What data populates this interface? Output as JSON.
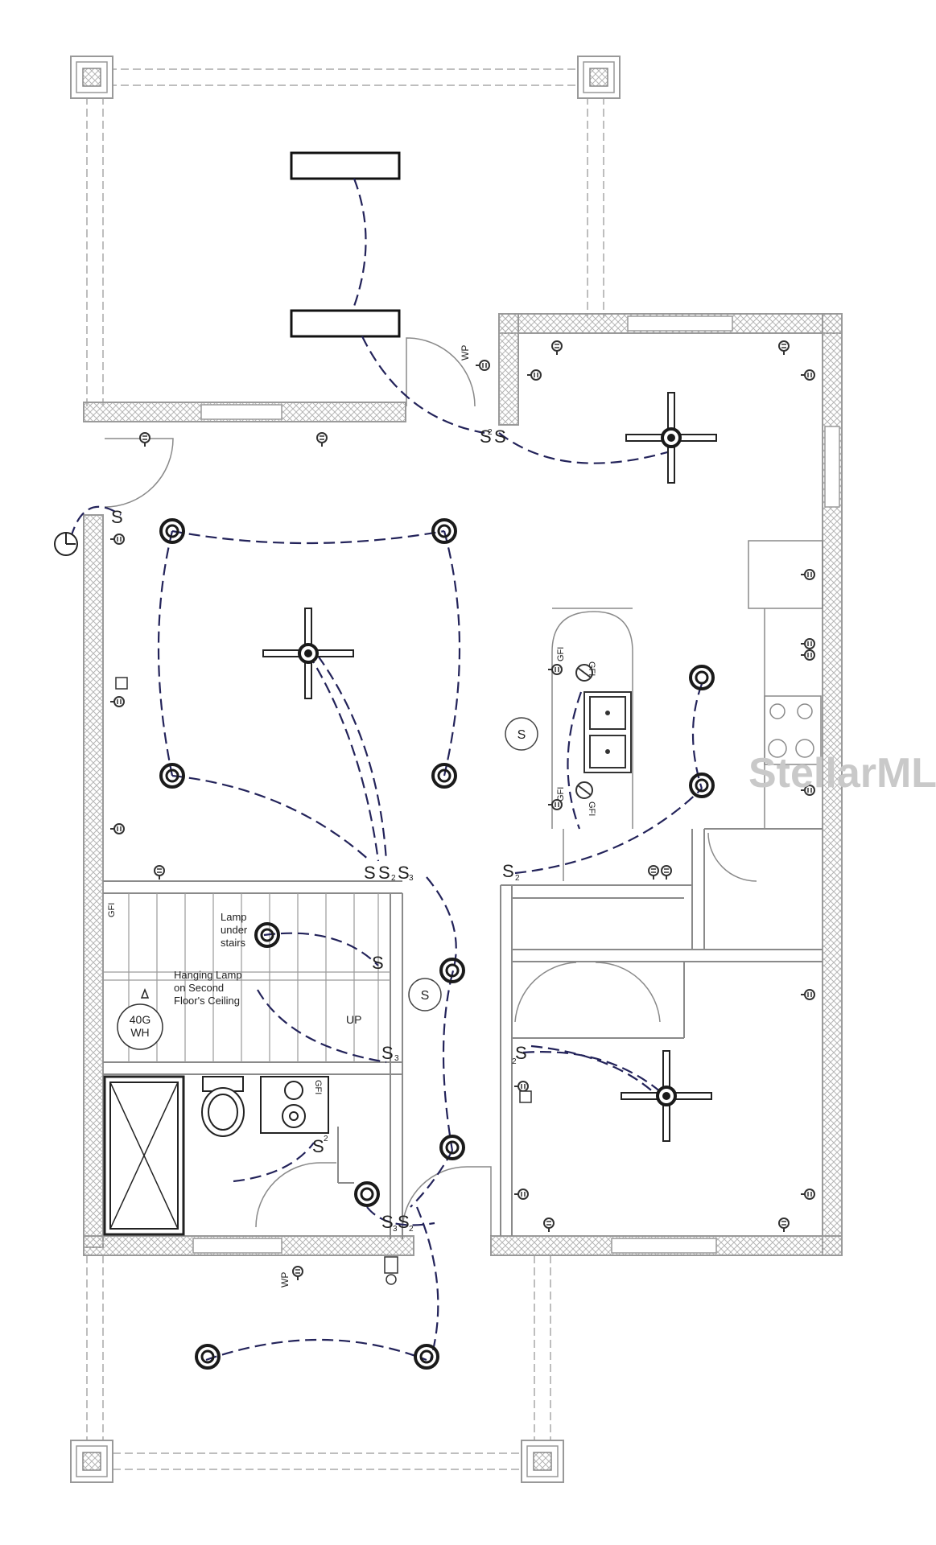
{
  "labels": {
    "lamp_under_stairs": [
      "Lamp",
      "under",
      "stairs"
    ],
    "hanging_lamp": [
      "Hanging Lamp",
      "on Second",
      "Floor's Ceiling"
    ],
    "water_heater": [
      "40G",
      "WH"
    ],
    "stair_up": "UP",
    "smoke_detector": "S",
    "gfi": "GFI",
    "weatherproof": "WP",
    "switch_symbol": "S",
    "switch_2": "2",
    "switch_3": "3",
    "watermark": "StellarMLS"
  },
  "colors": {
    "wall_line": "#9a9a9a",
    "wall_hatch": "#b5b5b5",
    "circuit": "#23235a",
    "fixture": "#1a1a1a"
  },
  "icons": [
    "ceiling-fan-icon",
    "recessed-light-icon",
    "outlet-icon",
    "switch-icon",
    "smoke-detector-icon",
    "doorbell-icon",
    "hanging-lamp-icon"
  ]
}
